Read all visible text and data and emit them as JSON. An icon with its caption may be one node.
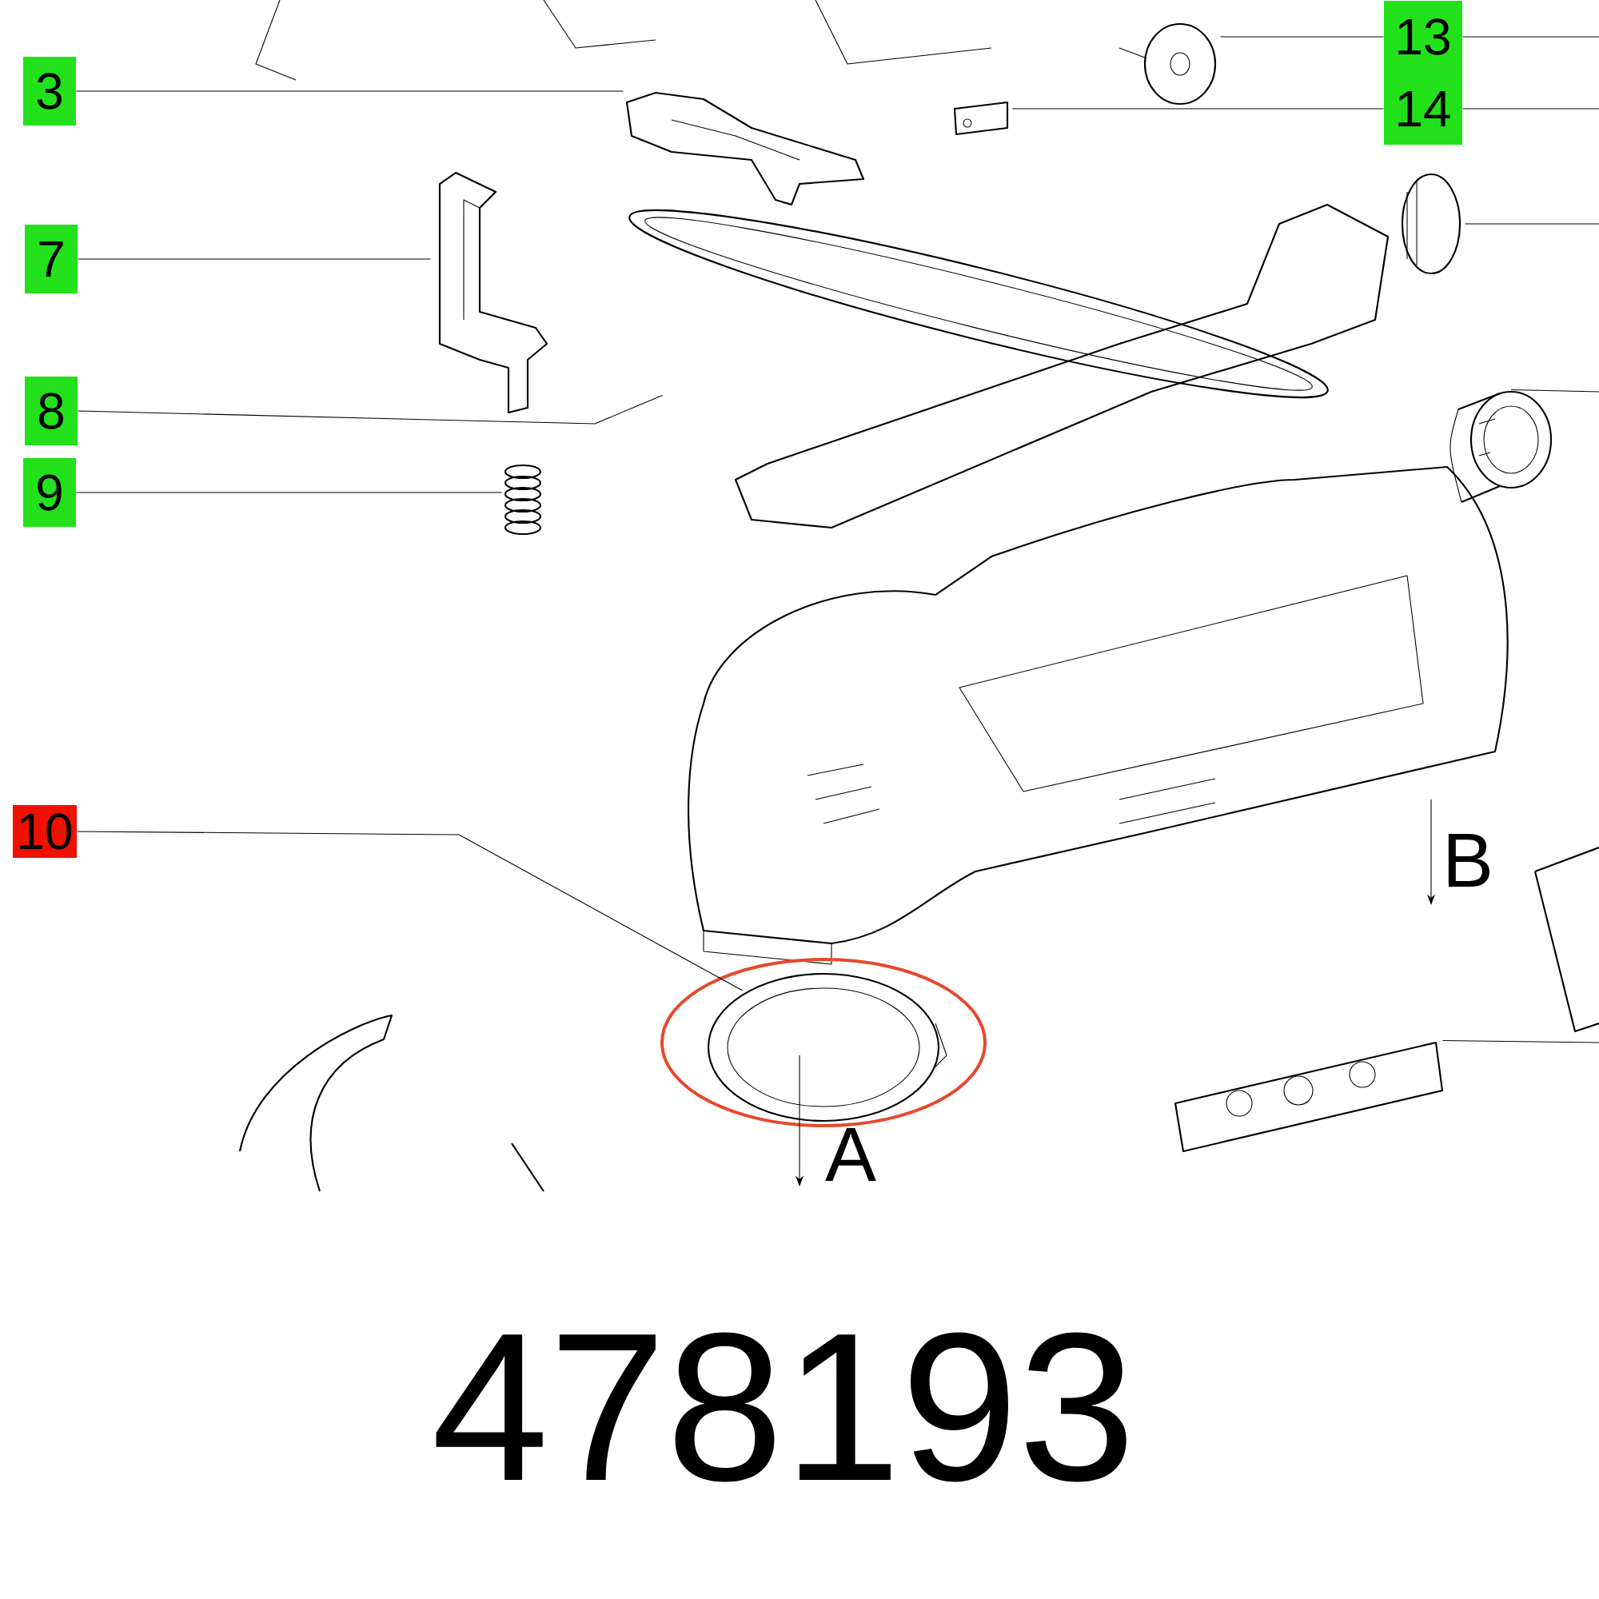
{
  "diagram": {
    "nodes": [
      {
        "text": [
          "3"
        ]
      },
      {
        "text": [],
        "shape": "picture"
      },
      {
        "text": [
          "7"
        ]
      },
      {
        "text": [],
        "shape": "picture"
      },
      {
        "text": [
          "8"
        ]
      },
      {
        "text": [],
        "shape": "picture"
      },
      {
        "text": [
          "9"
        ]
      },
      {
        "text": [],
        "shape": "picture"
      },
      {
        "text": [
          "10"
        ]
      },
      {
        "text": [],
        "shape": "picture"
      },
      {
        "text": [
          "13"
        ]
      },
      {
        "text": [],
        "shape": "picture"
      },
      {
        "text": [
          "14"
        ]
      },
      {
        "text": [],
        "shape": "picture"
      },
      {
        "text": [],
        "shape": "picture"
      },
      {
        "text": [],
        "shape": "picture"
      },
      {
        "text": [],
        "shape": "picture"
      }
    ],
    "edges": [
      {
        "from": 0,
        "to": 1,
        "arrow": "none"
      },
      {
        "from": 2,
        "to": 3,
        "arrow": "none"
      },
      {
        "from": 4,
        "to": 5,
        "arrow": "none"
      },
      {
        "from": 6,
        "to": 7,
        "arrow": "none"
      },
      {
        "from": 8,
        "to": 9,
        "arrow": "none"
      },
      {
        "from": 10,
        "to": 11,
        "arrow": "none"
      },
      {
        "from": 10,
        "to": null,
        "arrow": "none"
      },
      {
        "from": 12,
        "to": 13,
        "arrow": "none"
      },
      {
        "from": 12,
        "to": null,
        "arrow": "none"
      },
      {
        "from": 14,
        "to": null,
        "arrow": "none"
      },
      {
        "from": 15,
        "to": null,
        "arrow": "none"
      },
      {
        "from": 16,
        "to": null,
        "arrow": "none"
      }
    ],
    "labels": [
      "B",
      "A",
      "478193"
    ]
  }
}
